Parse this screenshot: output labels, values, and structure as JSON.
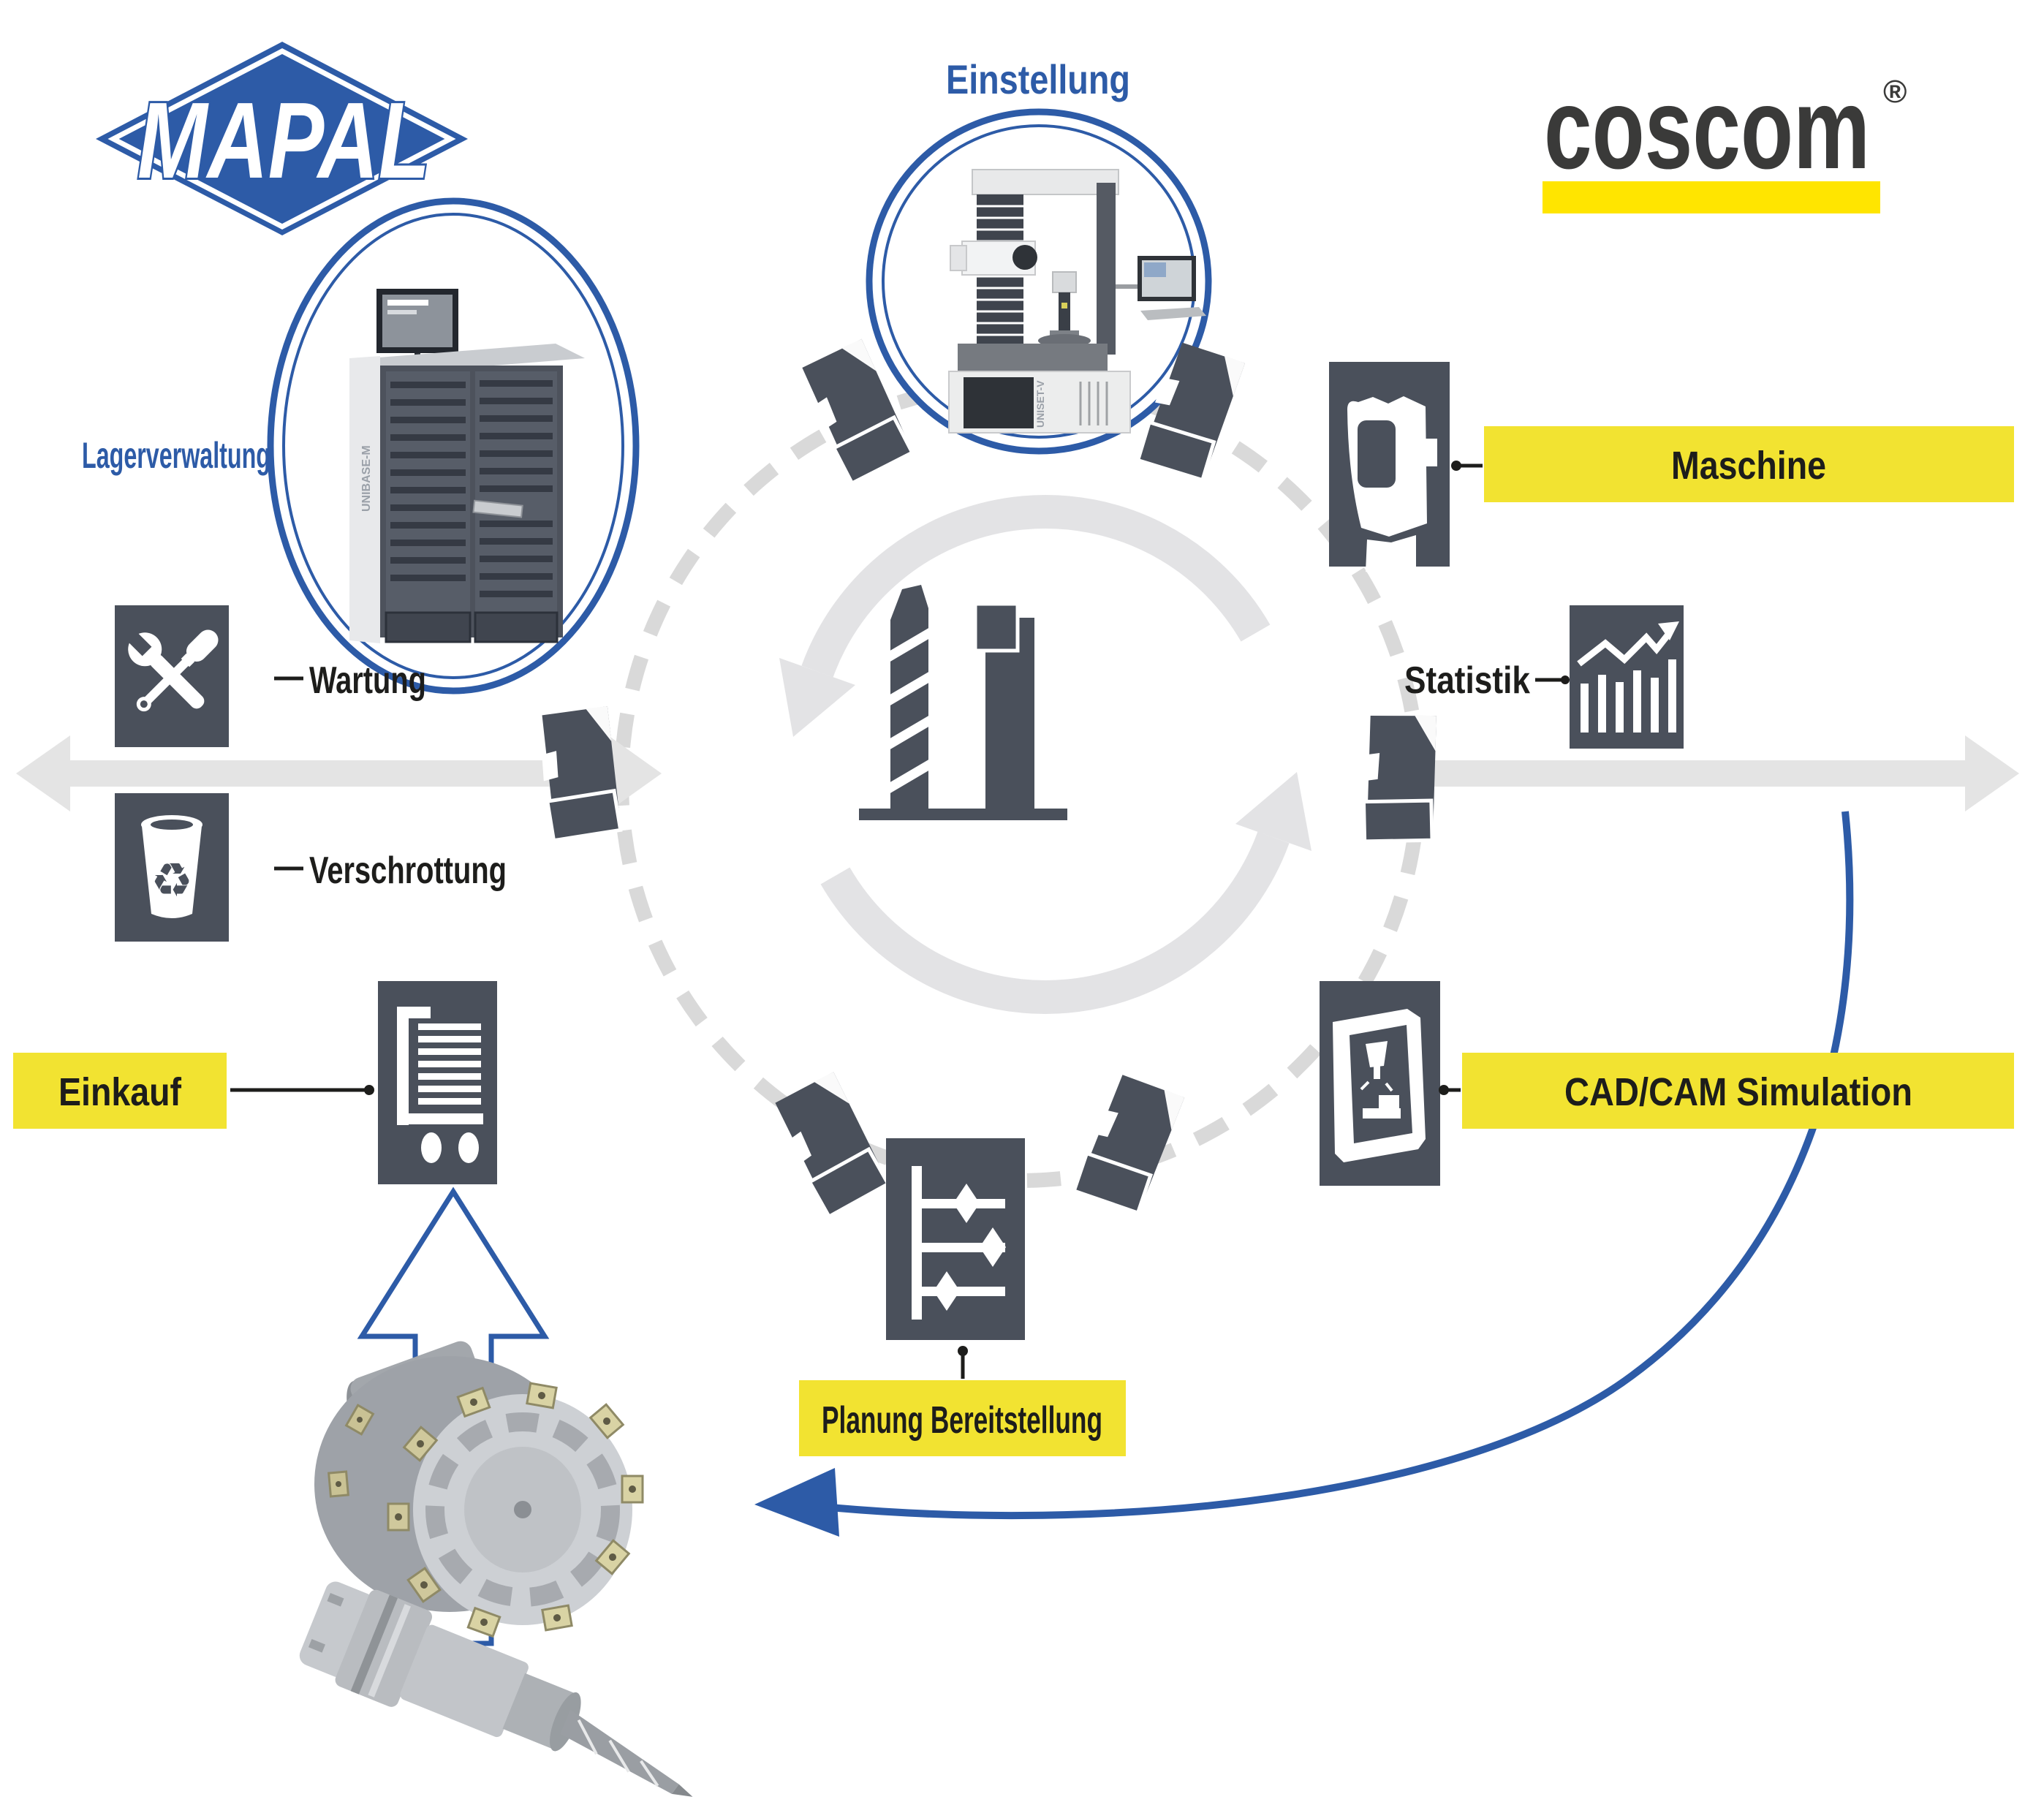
{
  "branding": {
    "mapal_logo": "MAPAL",
    "coscom_logo": "coscom",
    "coscom_registered_mark": "®"
  },
  "labels": {
    "einstellung": "Einstellung",
    "lagerverwaltung": "Lagerverwaltung",
    "wartung": "Wartung",
    "verschrottung": "Verschrottung",
    "einkauf": "Einkauf",
    "planung_bereitstellung": "Planung Bereitstellung",
    "cadcam_simulation": "CAD/CAM Simulation",
    "statistik": "Statistik",
    "maschine": "Maschine"
  },
  "photo_texts": {
    "presetting_device": "UNISET-V",
    "storage_cabinet": "UNIBASE-M"
  },
  "icons": {
    "wartung": "wrench-screwdriver-icon",
    "verschrottung": "recycle-bin-icon",
    "einkauf": "shopping-cart-icon",
    "planung_bereitstellung": "sliders-icon",
    "cadcam_simulation": "milling-frame-icon",
    "statistik": "bar-chart-icon",
    "maschine": "machining-center-icon",
    "center": "tool-lifecycle-icon",
    "connectors": "folder-icon",
    "recycle_glyph": "♻"
  },
  "colors": {
    "blue": "#2d5ba7",
    "label_yellow": "#f2e331",
    "coscom_yellow": "#ffe500",
    "slate": "#4a505b",
    "arrow_gray": "#e4e4e4",
    "dash_gray": "#d9d9d9",
    "text_black": "#1d1d1b",
    "coscom_text": "#3a3a39"
  }
}
